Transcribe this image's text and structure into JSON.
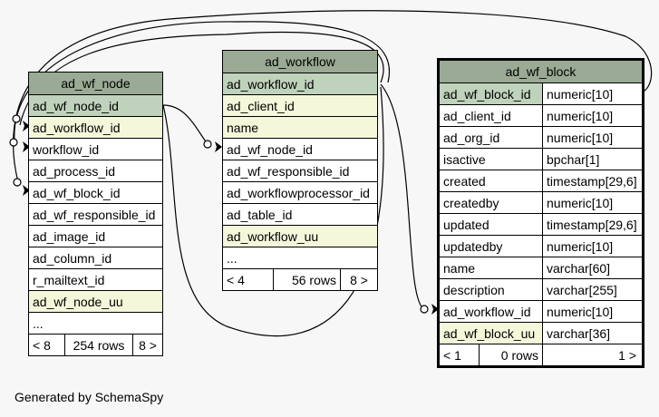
{
  "credit": "Generated by SchemaSpy",
  "tables": {
    "ad_wf_node": {
      "name": "ad_wf_node",
      "columns": [
        "ad_wf_node_id",
        "ad_workflow_id",
        "workflow_id",
        "ad_process_id",
        "ad_wf_block_id",
        "ad_wf_responsible_id",
        "ad_image_id",
        "ad_column_id",
        "r_mailtext_id",
        "ad_wf_node_uu",
        "..."
      ],
      "footer": {
        "parents": "< 8",
        "rows": "254 rows",
        "children": "8 >"
      }
    },
    "ad_workflow": {
      "name": "ad_workflow",
      "columns": [
        "ad_workflow_id",
        "ad_client_id",
        "name",
        "ad_wf_node_id",
        "ad_wf_responsible_id",
        "ad_workflowprocessor_id",
        "ad_table_id",
        "ad_workflow_uu",
        "..."
      ],
      "footer": {
        "parents": "< 4",
        "rows": "56 rows",
        "children": "8 >"
      }
    },
    "ad_wf_block": {
      "name": "ad_wf_block",
      "columns": [
        {
          "name": "ad_wf_block_id",
          "type": "numeric[10]"
        },
        {
          "name": "ad_client_id",
          "type": "numeric[10]"
        },
        {
          "name": "ad_org_id",
          "type": "numeric[10]"
        },
        {
          "name": "isactive",
          "type": "bpchar[1]"
        },
        {
          "name": "created",
          "type": "timestamp[29,6]"
        },
        {
          "name": "createdby",
          "type": "numeric[10]"
        },
        {
          "name": "updated",
          "type": "timestamp[29,6]"
        },
        {
          "name": "updatedby",
          "type": "numeric[10]"
        },
        {
          "name": "name",
          "type": "varchar[60]"
        },
        {
          "name": "description",
          "type": "varchar[255]"
        },
        {
          "name": "ad_workflow_id",
          "type": "numeric[10]"
        },
        {
          "name": "ad_wf_block_uu",
          "type": "varchar[36]"
        }
      ],
      "footer": {
        "parents": "< 1",
        "rows": "0 rows",
        "children": "1 >"
      }
    }
  },
  "colors": {
    "header": "#9aaa94",
    "primary_key": "#bfd2bb",
    "foreign_key": "#f4f7da",
    "background": "#f7f7f7"
  }
}
